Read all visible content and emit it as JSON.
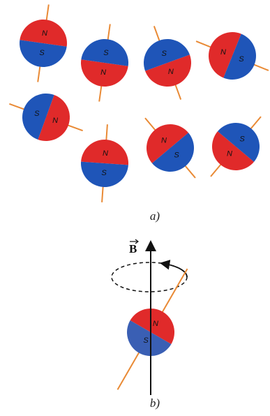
{
  "panel_a": {
    "caption": "a)",
    "magnets": [
      {
        "north_label": "N",
        "south_label": "S"
      },
      {
        "north_label": "N",
        "south_label": "S"
      },
      {
        "north_label": "N",
        "south_label": "S"
      },
      {
        "north_label": "N",
        "south_label": "S"
      },
      {
        "north_label": "N",
        "south_label": "S"
      },
      {
        "north_label": "N",
        "south_label": "S"
      },
      {
        "north_label": "N",
        "south_label": "S"
      },
      {
        "north_label": "N",
        "south_label": "S"
      }
    ]
  },
  "panel_b": {
    "caption": "b)",
    "field_label": "B",
    "magnet": {
      "north_label": "N",
      "south_label": "S"
    }
  },
  "colors": {
    "north": "#e02a2a",
    "south": "#1f55b8",
    "south_b": "#3a5fb4",
    "axis": "#e98a35",
    "line": "#111111"
  }
}
